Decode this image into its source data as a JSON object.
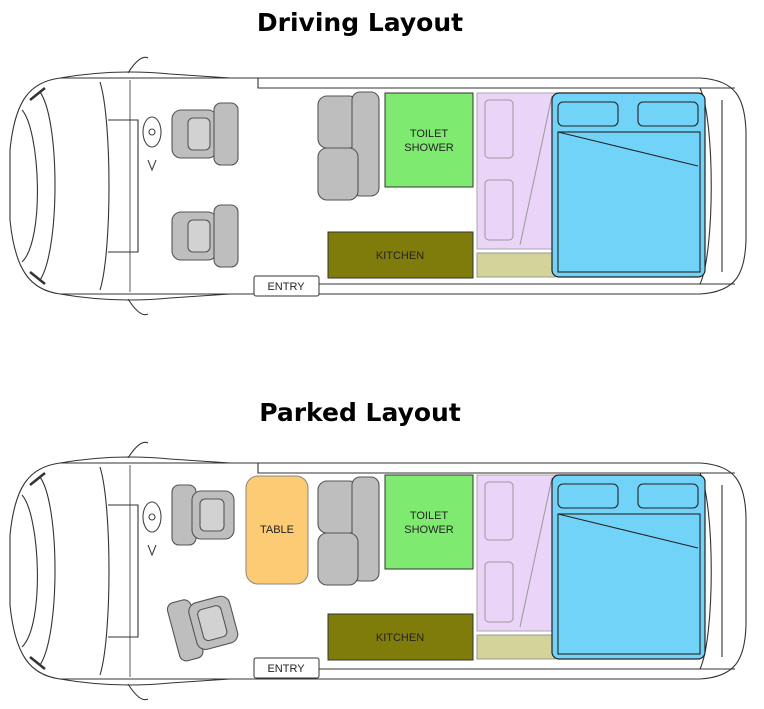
{
  "layouts": [
    {
      "title": "Driving Layout",
      "labels": {
        "toilet_line1": "TOILET",
        "toilet_line2": "SHOWER",
        "kitchen": "KITCHEN",
        "entry": "ENTRY"
      }
    },
    {
      "title": "Parked Layout",
      "labels": {
        "table": "TABLE",
        "toilet_line1": "TOILET",
        "toilet_line2": "SHOWER",
        "kitchen": "KITCHEN",
        "entry": "ENTRY"
      }
    }
  ],
  "colors": {
    "toilet": "#7FEA70",
    "kitchen": "#7F7C0B",
    "table": "#FCCB73",
    "bed": "#72D3F9",
    "wardrobe": "#EAD4F7",
    "bench": "#D4D49A",
    "seat": "#BEBEBE"
  }
}
